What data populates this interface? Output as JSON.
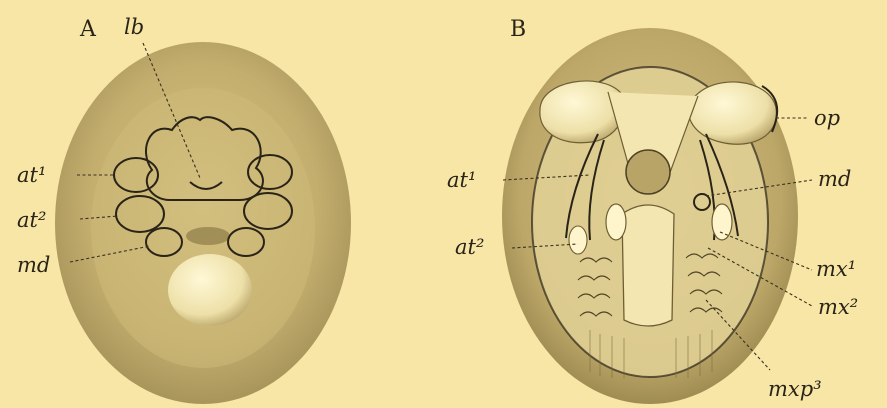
{
  "figure": {
    "panel_a": {
      "letter": "A",
      "labels": {
        "lb": "lb",
        "at1": "at¹",
        "at2": "at²",
        "md": "md"
      }
    },
    "panel_b": {
      "letter": "B",
      "labels": {
        "op": "op",
        "at1": "at¹",
        "md": "md",
        "at2": "at²",
        "mx1": "mx¹",
        "mx2": "mx²",
        "mxp3": "mxp³"
      }
    }
  },
  "colors": {
    "paper": "#f7e6a6",
    "shell": "#b8a469",
    "shell_dark": "#9c8a52",
    "appendage": "#fff5cc",
    "ink": "#2a2418"
  }
}
